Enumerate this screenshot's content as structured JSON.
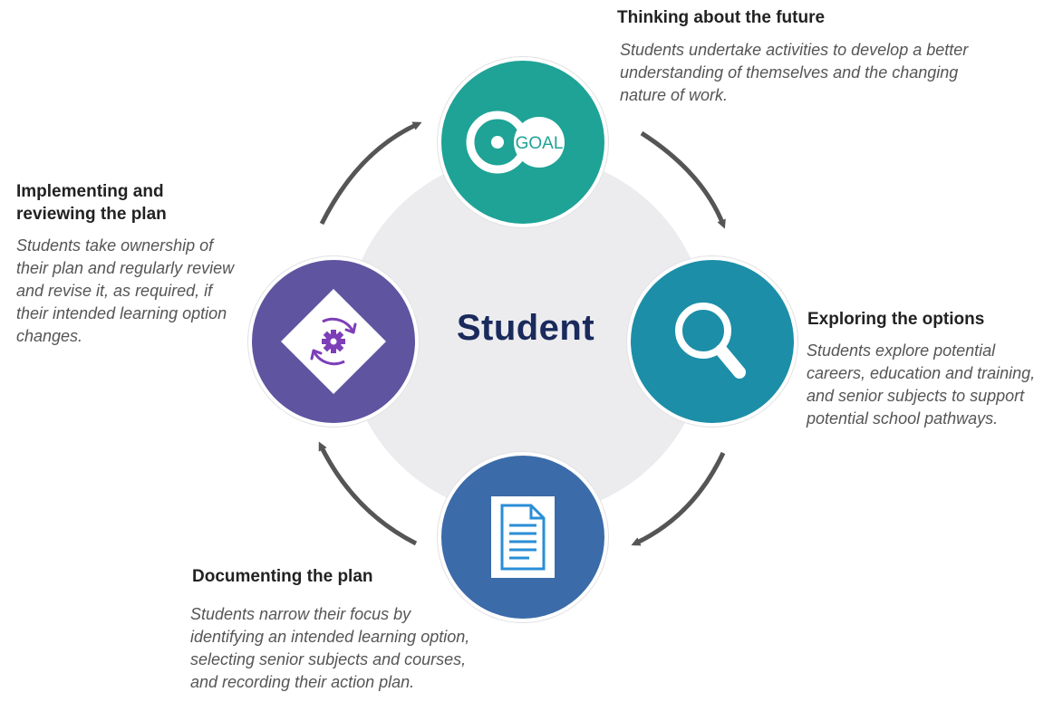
{
  "center": {
    "label": "Student"
  },
  "stages": {
    "thinking": {
      "title": "Thinking about the future",
      "description": "Students undertake activities to develop a better understanding of themselves and the changing nature of work.",
      "icon": "goal-icon",
      "icon_text": "GOAL",
      "color": "#1ea396"
    },
    "exploring": {
      "title": "Exploring the options",
      "description": "Students explore potential careers, education and training, and senior subjects to support potential school pathways.",
      "icon": "magnifier-icon",
      "color": "#1c8ea8"
    },
    "documenting": {
      "title": "Documenting the plan",
      "description": "Students narrow their focus by identifying an intended learning option, selecting senior subjects and courses, and recording their action plan.",
      "icon": "document-icon",
      "color": "#3b6ba8"
    },
    "implementing": {
      "title": "Implementing and\nreviewing the plan",
      "description": "Students take ownership of their plan and regularly review and revise it, as required, if their intended learning option changes.",
      "icon": "gear-cycle-icon",
      "color": "#5f54a0"
    }
  },
  "colors": {
    "arrow": "#555555",
    "center_text": "#1a2a5c",
    "center_bg": "#ececef"
  }
}
